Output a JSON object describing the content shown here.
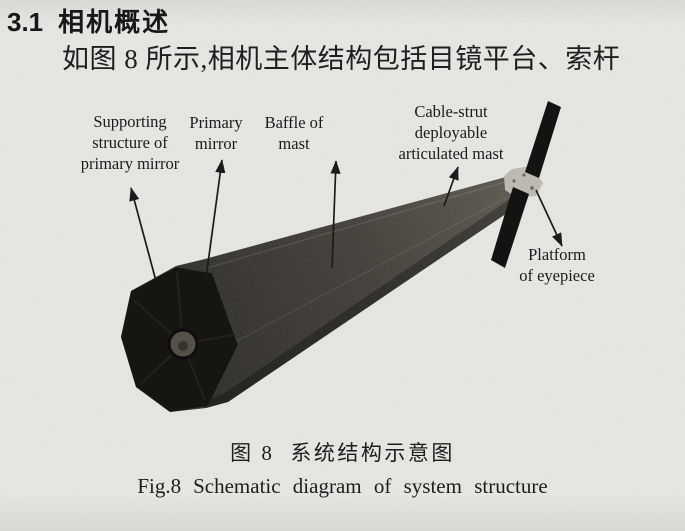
{
  "document": {
    "paper_color": "#e8e7e4",
    "heading": {
      "number": "3.1",
      "title": "相机概述"
    },
    "paragraph": "如图 8 所示,相机主体结构包括目镜平台、索杆"
  },
  "figure": {
    "labels": {
      "supporting_structure": "Supporting\nstructure of\nprimary mirror",
      "primary_mirror": "Primary\nmirror",
      "baffle_of_mast": "Baffle of\nmast",
      "cable_strut_mast": "Cable-strut\ndeployable\narticulated mast",
      "platform_of_eyepiece": "Platform\nof eyepiece"
    },
    "caption_zh": {
      "tag": "图 8",
      "text": "系统结构示意图"
    },
    "caption_en": {
      "tag": "Fig.8",
      "text": "Schematic diagram of system structure"
    },
    "colors": {
      "ink": "#1b1b1b",
      "tube_dark": "#26241f",
      "tube_light": "#555249",
      "mirror_face": "#171512",
      "panel": "#151311",
      "platform_pad": "#bdbab1",
      "hub": "#555148"
    }
  }
}
